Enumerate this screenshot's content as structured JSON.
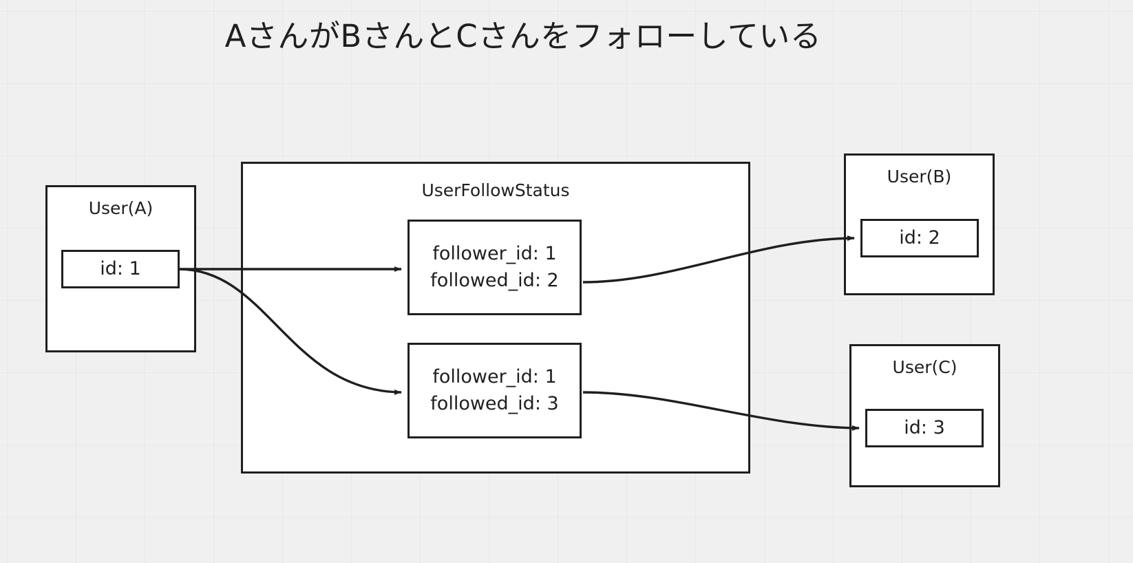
{
  "diagram": {
    "title": "AさんがBさんとCさんをフォローしている",
    "background_color": "#f0f0f0",
    "stroke_color": "#1f1f1f",
    "node_fill_color": "#ffffff"
  },
  "nodes": {
    "user_a": {
      "title": "User(A)",
      "field": "id: 1"
    },
    "user_follow_status": {
      "title": "UserFollowStatus",
      "records": [
        {
          "follower": "follower_id: 1",
          "followed": "followed_id: 2"
        },
        {
          "follower": "follower_id: 1",
          "followed": "followed_id: 3"
        }
      ]
    },
    "user_b": {
      "title": "User(B)",
      "field": "id: 2"
    },
    "user_c": {
      "title": "User(C)",
      "field": "id: 3"
    }
  },
  "edges": [
    {
      "name": "user-a-to-record-1",
      "from": "user_a.id",
      "to": "ufs.record1",
      "style": "straight-arrow"
    },
    {
      "name": "user-a-to-record-2",
      "from": "user_a.id",
      "to": "ufs.record2",
      "style": "curved-arrow"
    },
    {
      "name": "record-1-to-user-b",
      "from": "ufs.record1",
      "to": "user_b.id",
      "style": "curved-arrow"
    },
    {
      "name": "record-2-to-user-c",
      "from": "ufs.record2",
      "to": "user_c.id",
      "style": "curved-arrow"
    }
  ]
}
